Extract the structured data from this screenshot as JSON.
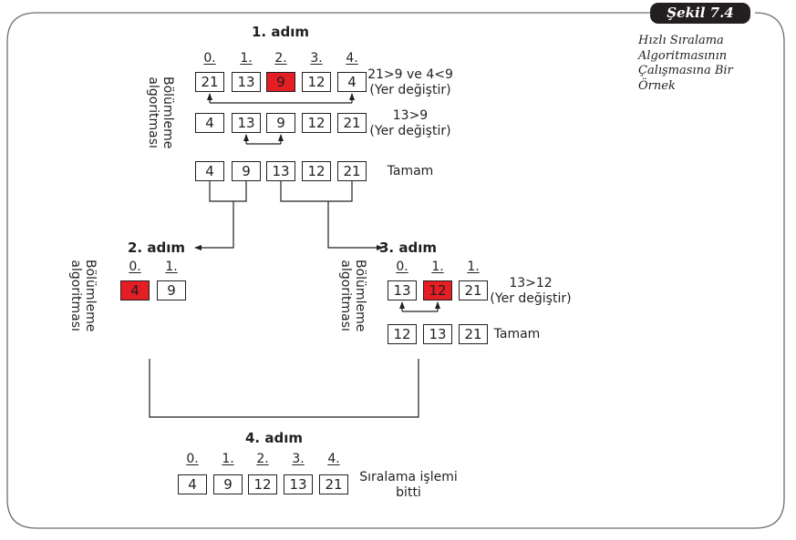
{
  "figure": {
    "badge": "Şekil 7.4",
    "caption_lines": [
      "Hızlı Sıralama",
      "Algoritmasının",
      "Çalışmasına Bir",
      "Örnek"
    ],
    "highlight_color": "#e31e24"
  },
  "side_label": [
    "Bölümleme",
    "algoritması"
  ],
  "step1": {
    "title": "1. adım",
    "indices": [
      "0.",
      "1.",
      "2.",
      "3.",
      "4."
    ],
    "rows": [
      {
        "values": [
          "21",
          "13",
          "9",
          "12",
          "4"
        ],
        "highlight": 2,
        "note": [
          "21>9 ve 4<9",
          "(Yer değiştir)"
        ],
        "swap": [
          0,
          4
        ]
      },
      {
        "values": [
          "4",
          "13",
          "9",
          "12",
          "21"
        ],
        "highlight": -1,
        "note": [
          "13>9",
          "(Yer değiştir)"
        ],
        "swap": [
          1,
          2
        ]
      },
      {
        "values": [
          "4",
          "9",
          "13",
          "12",
          "21"
        ],
        "highlight": -1,
        "note": [
          "Tamam"
        ]
      }
    ]
  },
  "step2": {
    "title": "2. adım",
    "indices": [
      "0.",
      "1."
    ],
    "rows": [
      {
        "values": [
          "4",
          "9"
        ],
        "highlight": 0
      }
    ]
  },
  "step3": {
    "title": "3. adım",
    "indices": [
      "0.",
      "1.",
      "1."
    ],
    "rows": [
      {
        "values": [
          "13",
          "12",
          "21"
        ],
        "highlight": 1,
        "note": [
          "13>12",
          "(Yer değiştir)"
        ],
        "swap": [
          0,
          1
        ]
      },
      {
        "values": [
          "12",
          "13",
          "21"
        ],
        "highlight": -1,
        "note": [
          "Tamam"
        ]
      }
    ]
  },
  "step4": {
    "title": "4. adım",
    "indices": [
      "0.",
      "1.",
      "2.",
      "3.",
      "4."
    ],
    "rows": [
      {
        "values": [
          "4",
          "9",
          "12",
          "13",
          "21"
        ],
        "highlight": -1,
        "note": [
          "Sıralama işlemi",
          "bitti"
        ]
      }
    ]
  }
}
